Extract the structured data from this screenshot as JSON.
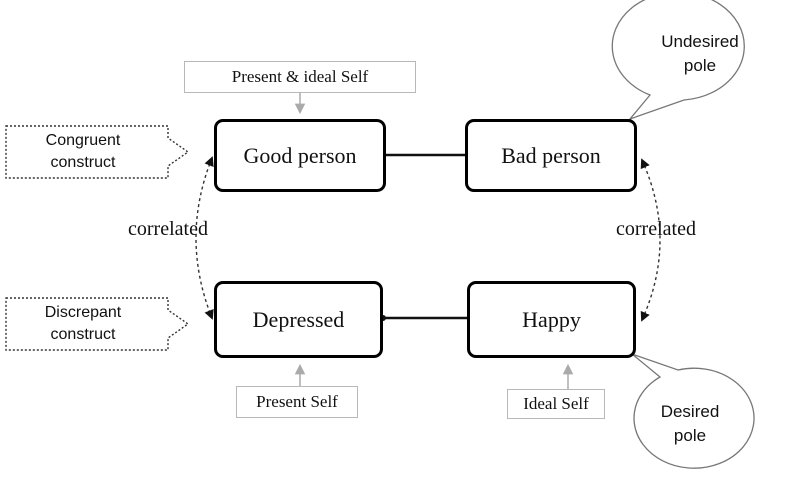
{
  "nodes": {
    "good_person": "Good person",
    "bad_person": "Bad person",
    "depressed": "Depressed",
    "happy": "Happy"
  },
  "self_labels": {
    "present_ideal": "Present & ideal Self",
    "present": "Present Self",
    "ideal": "Ideal Self"
  },
  "construct_arrows": {
    "congruent": {
      "line1": "Congruent",
      "line2": "construct"
    },
    "discrepant": {
      "line1": "Discrepant",
      "line2": "construct"
    }
  },
  "correlation_labels": {
    "left": "correlated",
    "right": "correlated"
  },
  "callouts": {
    "undesired": {
      "line1": "Undesired",
      "line2": "pole"
    },
    "desired": {
      "line1": "Desired",
      "line2": "pole"
    }
  }
}
